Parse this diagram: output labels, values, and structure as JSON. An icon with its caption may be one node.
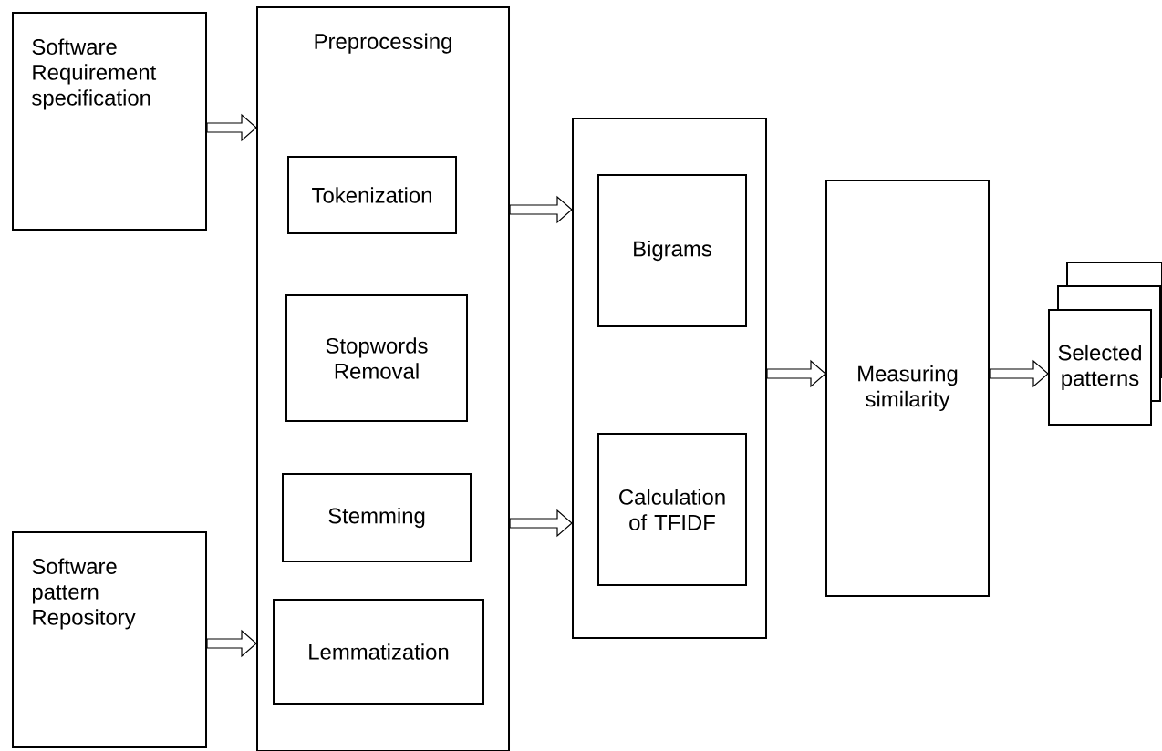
{
  "diagram": {
    "nodes": [
      {
        "text": [
          "Software Requirement specification"
        ]
      },
      {
        "text": [
          "Preprocessing"
        ]
      },
      {
        "text": [
          "Tokenization"
        ],
        "in": 1
      },
      {
        "text": [
          "Stopwords Removal"
        ],
        "in": 1
      },
      {
        "text": [
          "Stemming"
        ],
        "in": 1
      },
      {
        "text": [
          "Lemmatization"
        ],
        "in": 1
      },
      {
        "text": [
          "Software pattern Repository"
        ]
      },
      {
        "text": [],
        "shape": "box"
      },
      {
        "text": [
          "Bigrams"
        ],
        "in": 7
      },
      {
        "text": [
          "Calculation of TFIDF"
        ],
        "in": 7
      },
      {
        "text": [
          "Measuring similarity"
        ]
      },
      {
        "text": [
          "Selected patterns"
        ]
      }
    ],
    "edges": [
      {
        "from": 0,
        "to": 1,
        "arrow": "to"
      },
      {
        "from": 6,
        "to": 1,
        "arrow": "to"
      },
      {
        "from": 1,
        "to": 7,
        "arrow": "to"
      },
      {
        "from": 1,
        "to": 7,
        "arrow": "to"
      },
      {
        "from": 7,
        "to": 10,
        "arrow": "to"
      },
      {
        "from": 10,
        "to": 11,
        "arrow": "to"
      }
    ]
  }
}
